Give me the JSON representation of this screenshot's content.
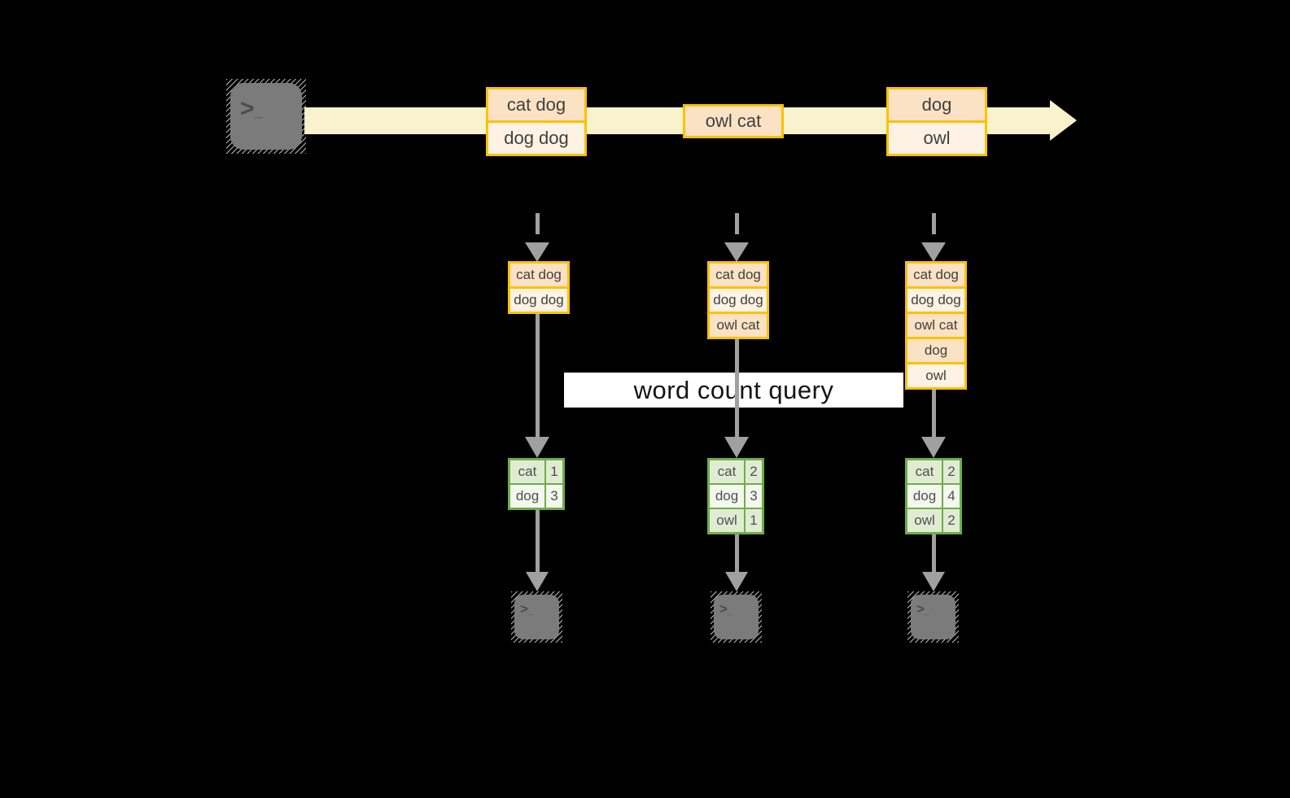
{
  "banner": {
    "label": "word count query"
  },
  "prompt": {
    "chevron": ">",
    "cursor": "_"
  },
  "stream_records": [
    {
      "cells": [
        "cat dog",
        "dog dog"
      ]
    },
    {
      "cells": [
        "owl cat"
      ]
    },
    {
      "cells": [
        "dog",
        "owl"
      ]
    }
  ],
  "state_buffers": [
    {
      "cells": [
        "cat dog",
        "dog dog"
      ]
    },
    {
      "cells": [
        "cat dog",
        "dog dog",
        "owl cat"
      ]
    },
    {
      "cells": [
        "cat dog",
        "dog dog",
        "owl cat",
        "dog",
        "owl"
      ]
    }
  ],
  "count_tables": [
    {
      "rows": [
        [
          "cat",
          "1"
        ],
        [
          "dog",
          "3"
        ]
      ]
    },
    {
      "rows": [
        [
          "cat",
          "2"
        ],
        [
          "dog",
          "3"
        ],
        [
          "owl",
          "1"
        ]
      ]
    },
    {
      "rows": [
        [
          "cat",
          "2"
        ],
        [
          "dog",
          "4"
        ],
        [
          "owl",
          "2"
        ]
      ]
    }
  ],
  "colors": {
    "background": "#000000",
    "stream_arrow": "#faf1cd",
    "record_border": "#fdc101",
    "record_fill_dark": "#fbe2c4",
    "record_fill_light": "#fdf2e3",
    "record_text": "#3f3f3f",
    "connector_gray": "#a0a0a0",
    "table_border": "#70ad47",
    "table_fill_dark": "#dfecd3",
    "table_fill_light": "#f3f8ef",
    "table_text": "#4f4f4f",
    "banner_bg": "#ffffff",
    "banner_text": "#141414",
    "terminal_fill": "#7b7b7b",
    "terminal_glyph": "#4c4c4c"
  }
}
